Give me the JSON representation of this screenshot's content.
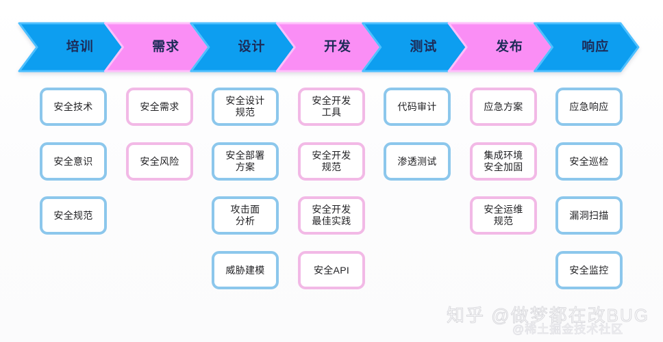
{
  "colors": {
    "blue": "#0e9ef0",
    "blue_edge": "#4fc0ff",
    "pink": "#fa8ef5",
    "pink_edge": "#ffc0fb",
    "box_border_blue": "#8cc7ec",
    "box_border_pink": "#f2b9e6",
    "phase_text": "#1d2b57",
    "item_text": "#1f1f22",
    "background": "#fdfdfe"
  },
  "phases": [
    {
      "label": "培训",
      "tone": "blue"
    },
    {
      "label": "需求",
      "tone": "pink"
    },
    {
      "label": "设计",
      "tone": "blue"
    },
    {
      "label": "开发",
      "tone": "pink"
    },
    {
      "label": "测试",
      "tone": "blue"
    },
    {
      "label": "发布",
      "tone": "pink"
    },
    {
      "label": "响应",
      "tone": "blue"
    }
  ],
  "columns": [
    {
      "phase": "培训",
      "tone": "blue",
      "items": [
        "安全技术",
        "安全意识",
        "安全规范"
      ]
    },
    {
      "phase": "需求",
      "tone": "pink",
      "items": [
        "安全需求",
        "安全风险"
      ]
    },
    {
      "phase": "设计",
      "tone": "blue",
      "items": [
        "安全设计\n规范",
        "安全部署\n方案",
        "攻击面\n分析",
        "威胁建模"
      ]
    },
    {
      "phase": "开发",
      "tone": "pink",
      "items": [
        "安全开发\n工具",
        "安全开发\n规范",
        "安全开发\n最佳实践",
        "安全API"
      ]
    },
    {
      "phase": "测试",
      "tone": "blue",
      "items": [
        "代码审计",
        "渗透测试"
      ]
    },
    {
      "phase": "发布",
      "tone": "pink",
      "items": [
        "应急方案",
        "集成环境\n安全加固",
        "安全运维\n规范"
      ]
    },
    {
      "phase": "响应",
      "tone": "blue",
      "items": [
        "应急响应",
        "安全巡检",
        "漏洞扫描",
        "安全监控"
      ]
    }
  ],
  "watermark": {
    "main": "知乎 @做梦都在改BUG",
    "sub": "@稀土掘金技术社区"
  }
}
